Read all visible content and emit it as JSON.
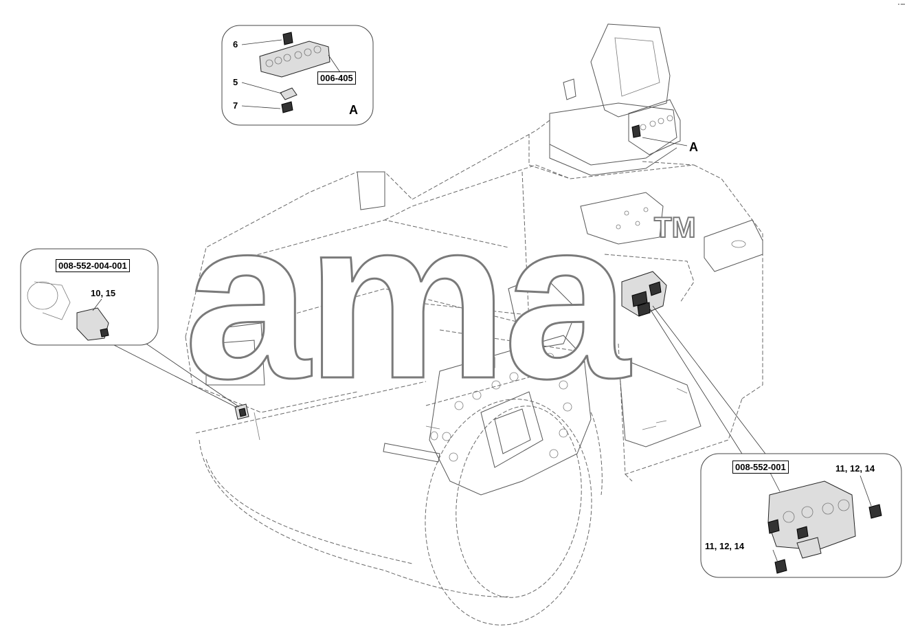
{
  "watermark": {
    "text": "ama",
    "tm": "TM"
  },
  "corner_mark": "▪ ▪▪▪",
  "callouts": {
    "top": {
      "item_6": "6",
      "item_5": "5",
      "item_7": "7",
      "ref": "006-405",
      "view": "A"
    },
    "main_view": "A",
    "left": {
      "ref": "008-552-004-001",
      "items": "10, 15"
    },
    "right": {
      "ref": "008-552-001",
      "items_a": "11, 12, 14",
      "items_b": "11, 12, 14"
    }
  }
}
